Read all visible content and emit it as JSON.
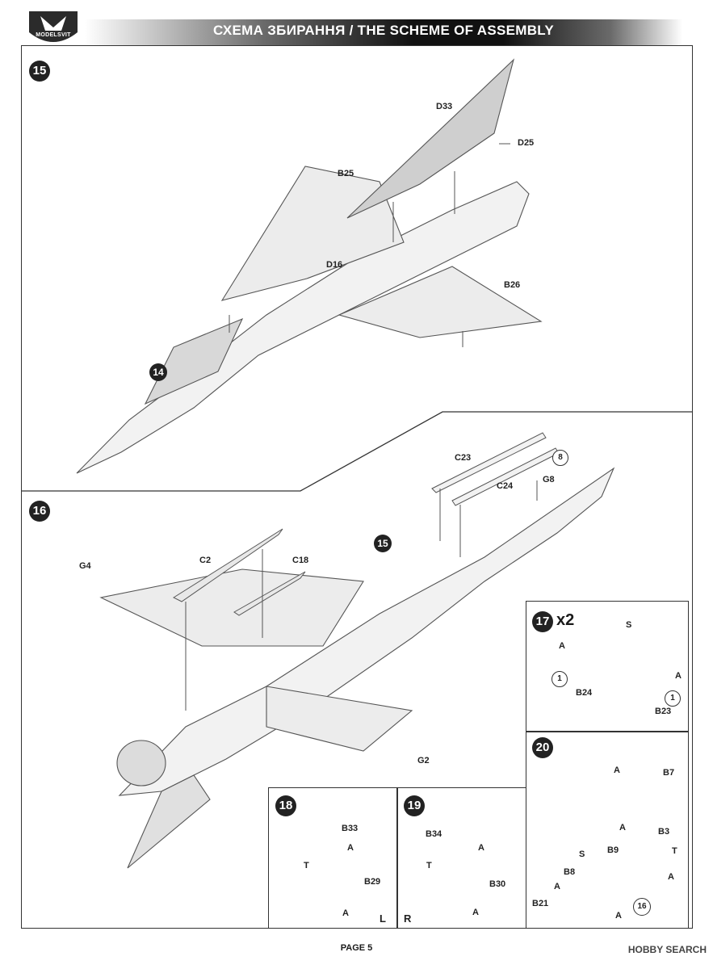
{
  "header": {
    "brand": "MODELSVIT",
    "title": "СХЕМА ЗБИРАННЯ / THE SCHEME OF ASSEMBLY"
  },
  "steps": {
    "s15": {
      "number": "15",
      "sub_ref": "14",
      "parts": [
        "D33",
        "D25",
        "B25",
        "D16",
        "B26"
      ]
    },
    "s16": {
      "number": "16",
      "sub_ref": "15",
      "parts": [
        "C23",
        "C24",
        "8",
        "G8",
        "G4",
        "C2",
        "C18",
        "G2"
      ]
    },
    "s17": {
      "number": "17",
      "multiplier": "x2",
      "parts": [
        "S",
        "A",
        "A",
        "1",
        "1",
        "B24",
        "B23"
      ]
    },
    "s18": {
      "number": "18",
      "side": "L",
      "parts": [
        "B33",
        "A",
        "T",
        "B29",
        "A"
      ]
    },
    "s19": {
      "number": "19",
      "side": "R",
      "parts": [
        "B34",
        "A",
        "T",
        "B30",
        "A"
      ]
    },
    "s20": {
      "number": "20",
      "parts": [
        "A",
        "B7",
        "A",
        "B3",
        "T",
        "S",
        "B9",
        "A",
        "B8",
        "A",
        "B21",
        "16",
        "A"
      ]
    }
  },
  "footer": {
    "page": "PAGE 5",
    "watermark": "HOBBY SEARCH"
  }
}
